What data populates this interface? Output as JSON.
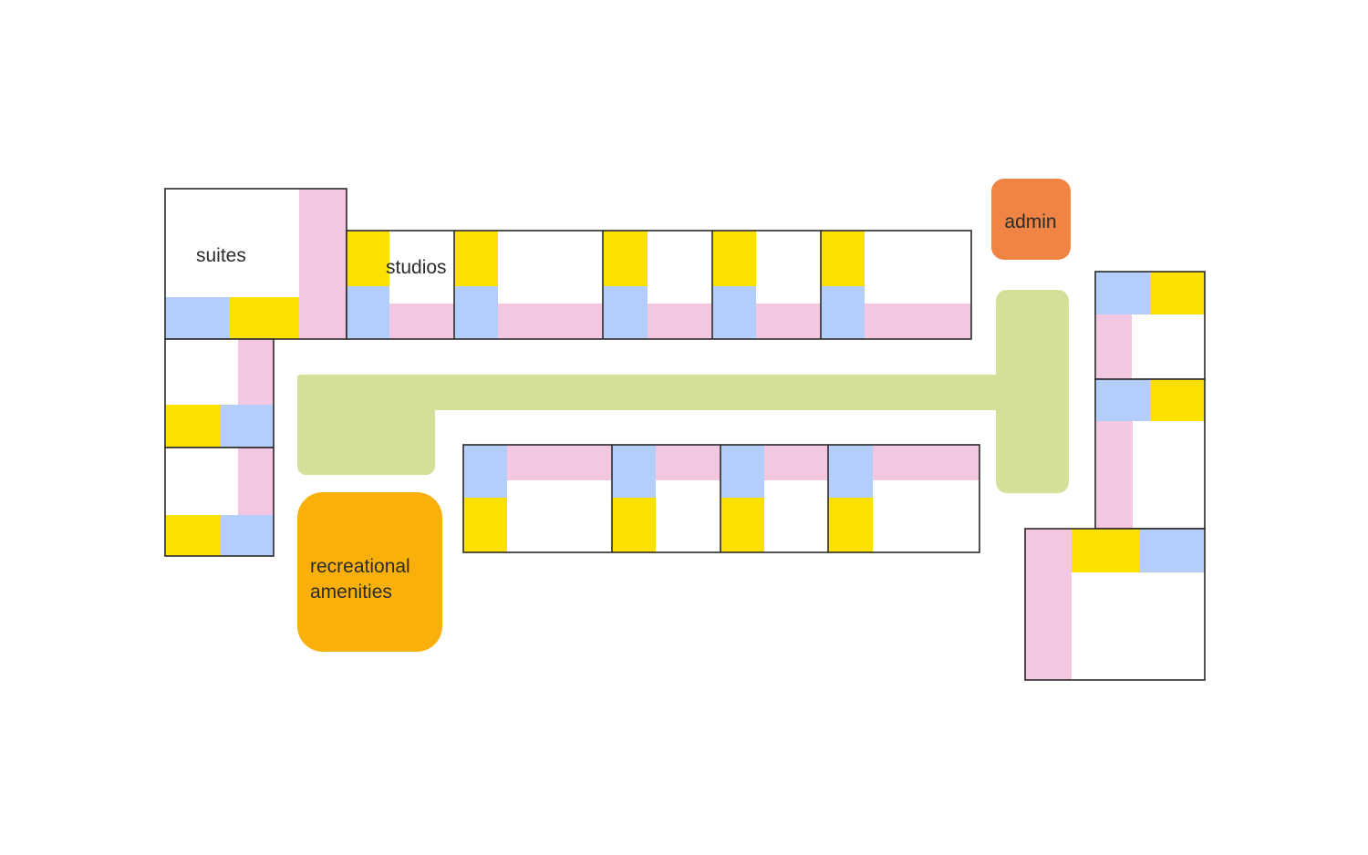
{
  "labels": {
    "suites": "suites",
    "studios": "studios",
    "admin": "admin",
    "recreational_line1": "recreational",
    "recreational_line2": "amenities"
  },
  "colors": {
    "pink": "#f3c6e1",
    "blue": "#b3cefa",
    "yellow": "#fbe000",
    "circulation": "#d3e09a",
    "admin": "#ef8444",
    "recreational": "#f9b00a",
    "outline": "#2a2a2a",
    "text": "#2b2b2b"
  }
}
